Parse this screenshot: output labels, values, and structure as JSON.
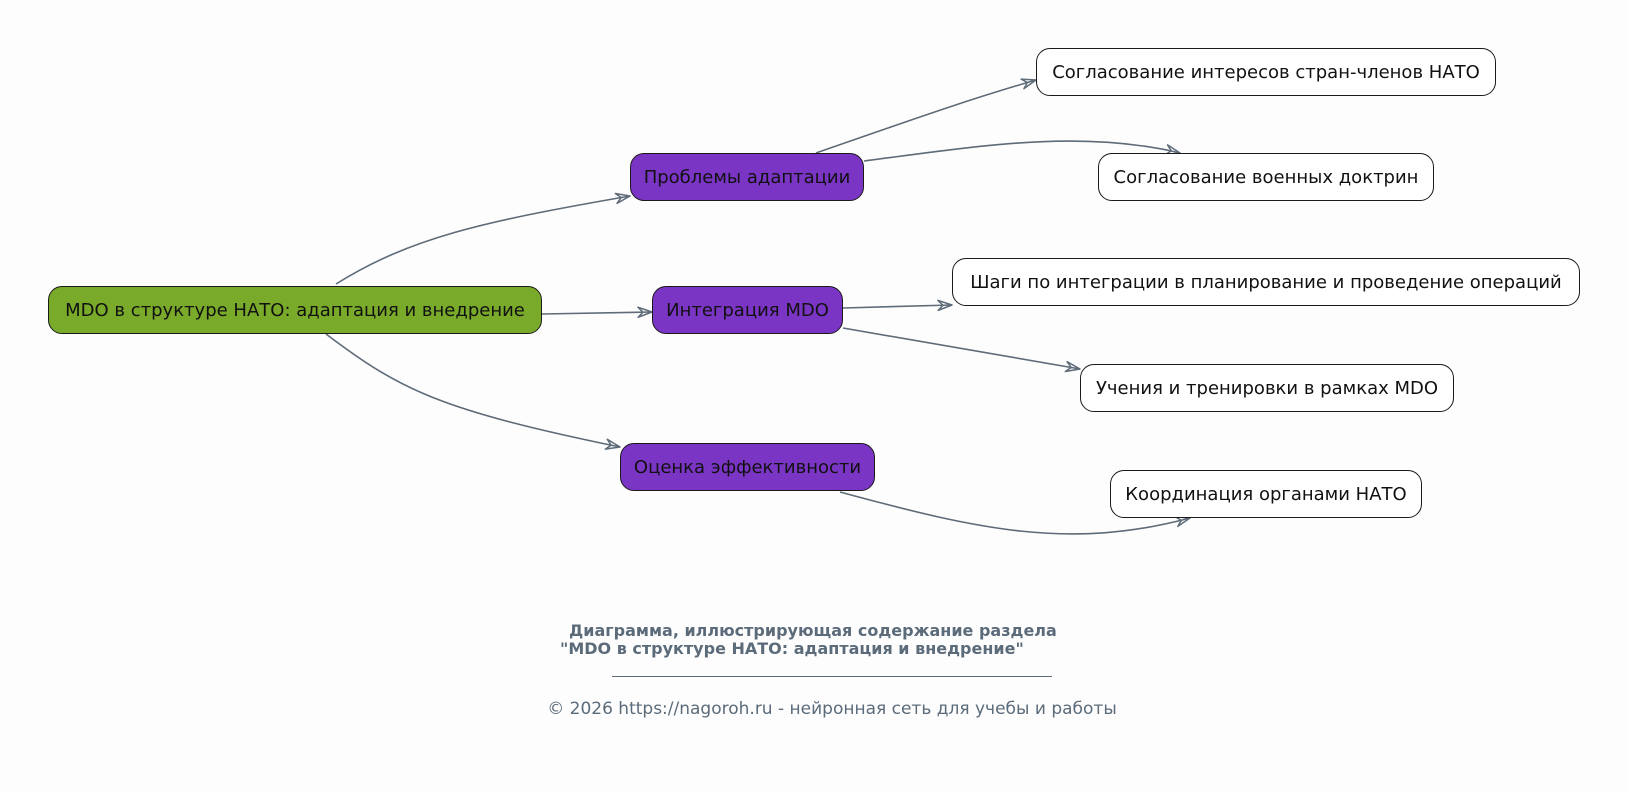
{
  "colors": {
    "root_fill": "#7aaa2a",
    "branch_fill": "#7b35c5",
    "leaf_fill": "#ffffff",
    "edge": "#5e6b78",
    "caption": "#5b6b7a"
  },
  "nodes": {
    "root": "MDO в структуре НАТО: адаптация и внедрение",
    "adaptation": "Проблемы адаптации",
    "integration": "Интеграция MDO",
    "evaluation": "Оценка эффективности",
    "interests": "Согласование интересов стран-членов НАТО",
    "doctrines": "Согласование военных доктрин",
    "steps": "Шаги по интеграции в планирование и проведение операций",
    "exercises": "Учения и тренировки в рамках MDO",
    "coordination": "Координация органами НАТО"
  },
  "edges": [
    [
      "root",
      "adaptation"
    ],
    [
      "root",
      "integration"
    ],
    [
      "root",
      "evaluation"
    ],
    [
      "adaptation",
      "interests"
    ],
    [
      "adaptation",
      "doctrines"
    ],
    [
      "integration",
      "steps"
    ],
    [
      "integration",
      "exercises"
    ],
    [
      "evaluation",
      "coordination"
    ]
  ],
  "caption": {
    "line1": "Диаграмма, иллюстрирующая содержание раздела",
    "line2": "\"MDO в структуре НАТО: адаптация и внедрение\"",
    "copyright": "© 2026 https://nagoroh.ru - нейронная сеть для учебы и работы"
  }
}
